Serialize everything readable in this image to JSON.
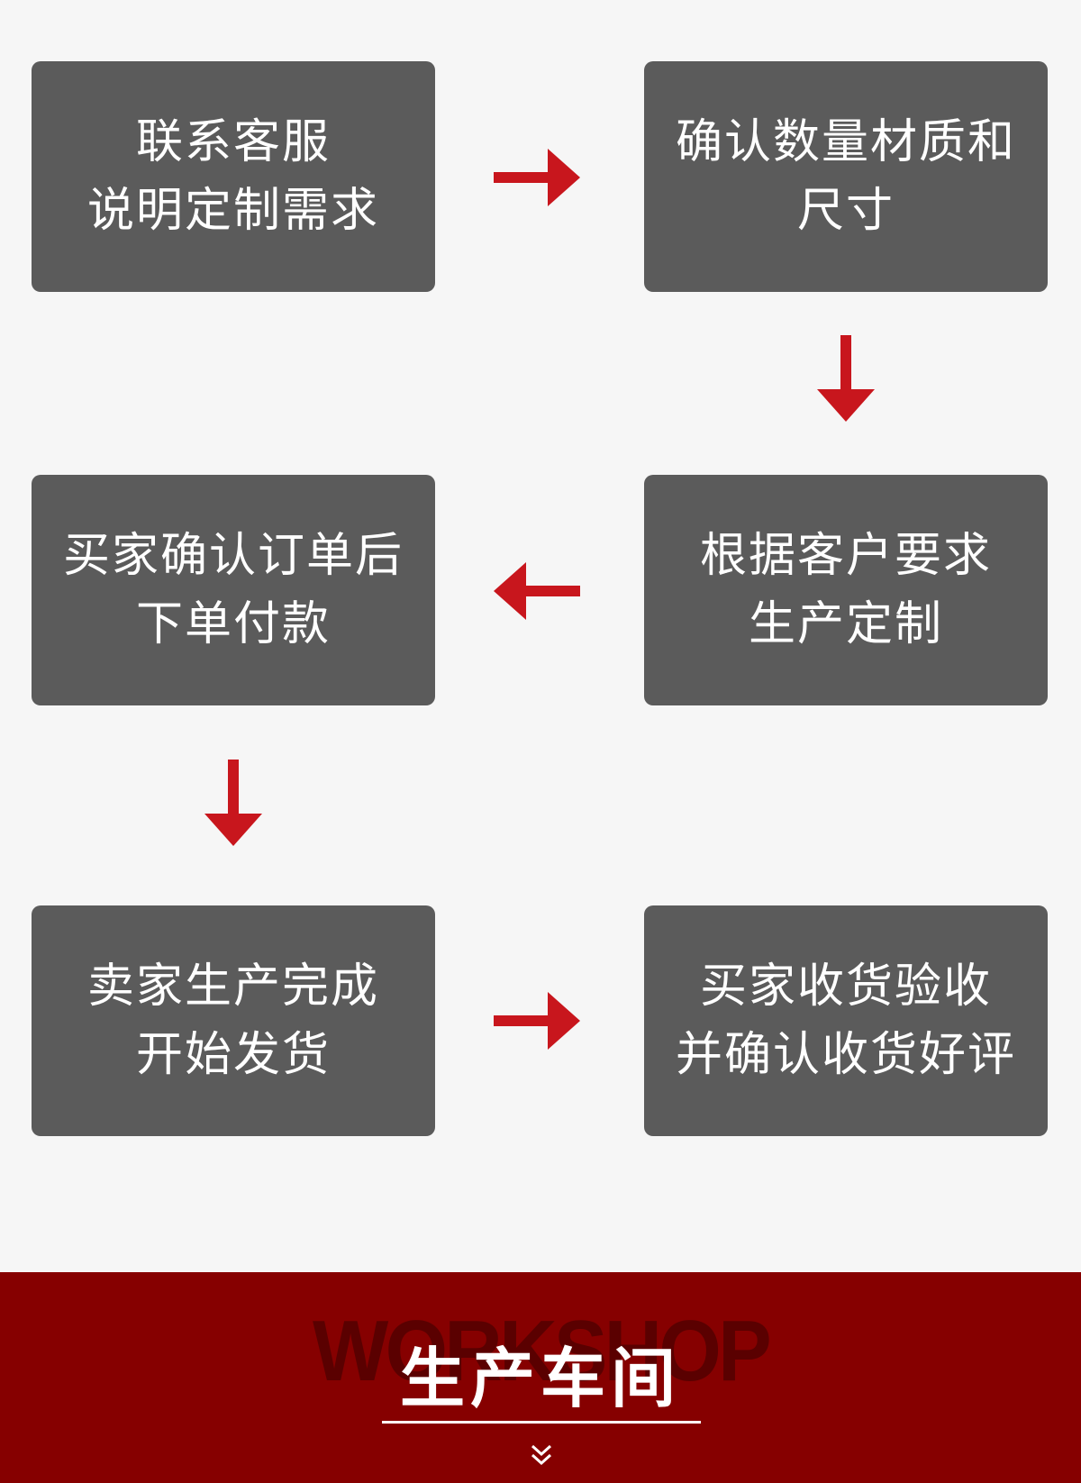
{
  "steps": [
    {
      "line1": "联系客服",
      "line2": "说明定制需求"
    },
    {
      "line1": "确认数量材质和",
      "line2": "尺寸"
    },
    {
      "line1": "根据客户要求",
      "line2": "生产定制"
    },
    {
      "line1": "买家确认订单后",
      "line2": "下单付款"
    },
    {
      "line1": "卖家生产完成",
      "line2": "开始发货"
    },
    {
      "line1": "买家收货验收",
      "line2": "并确认收货好评"
    }
  ],
  "colors": {
    "background": "#f6f6f6",
    "step_box": "#5b5b5b",
    "arrow": "#c8161d",
    "banner": "#860000",
    "watermark": "#5a0000"
  },
  "banner": {
    "watermark": "WORKSHOP",
    "title": "生产车间"
  }
}
